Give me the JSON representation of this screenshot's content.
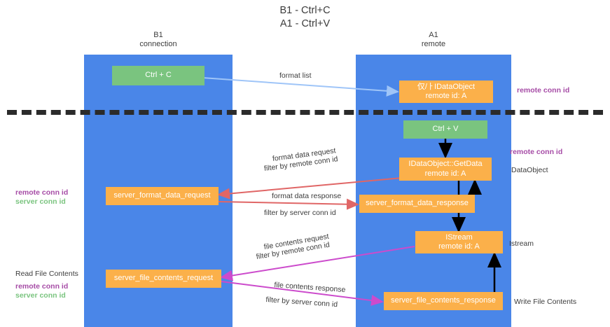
{
  "title": "B1 - Ctrl+C\nA1 - Ctrl+V",
  "lanes": [
    {
      "id": "b1",
      "heading": "B1\nconnection"
    },
    {
      "id": "a1",
      "heading": "A1\nremote"
    }
  ],
  "nodes": [
    {
      "id": "ctrl-c",
      "line1": "Ctrl + C",
      "line2": "",
      "color": "#7ac47f"
    },
    {
      "id": "idataobject",
      "line1": "仅/ㅏIDataObject",
      "line2": "remote id: A",
      "color": "#fbb04a"
    },
    {
      "id": "ctrl-v",
      "line1": "Ctrl + V",
      "line2": "",
      "color": "#7ac47f"
    },
    {
      "id": "getdata",
      "line1": "IDataObject::GetData",
      "line2": "remote id: A",
      "color": "#fbb04a"
    },
    {
      "id": "server-format-data-request",
      "line1": "server_format_data_request",
      "line2": "",
      "color": "#fbb04a"
    },
    {
      "id": "server-format-data-response",
      "line1": "server_format_data_response",
      "line2": "",
      "color": "#fbb04a"
    },
    {
      "id": "istream",
      "line1": "IStream",
      "line2": "remote id: A",
      "color": "#fbb04a"
    },
    {
      "id": "server-file-contents-request",
      "line1": "server_file_contents_request",
      "line2": "",
      "color": "#fbb04a"
    },
    {
      "id": "server-file-contents-response",
      "line1": "server_file_contents_response",
      "line2": "",
      "color": "#fbb04a"
    }
  ],
  "edge_labels": {
    "format_list": "format list",
    "format_data_request": "format data request",
    "format_data_response": "format data response",
    "file_contents_request": "file contents request",
    "file_contents_response": "file contents response",
    "filter_by": "filter by",
    "remote_conn_id": "remote conn id",
    "server_conn_id": "server conn id"
  },
  "side_labels": {
    "remote_conn_id_top": "remote conn id",
    "remote_conn_id_mid": "remote conn id",
    "dataobject": "DataObject",
    "istream": "Istream",
    "write_file_contents": "Write File Contents",
    "read_file_contents": "Read File Contents",
    "left_remote_conn_id_1": "remote conn id",
    "left_server_conn_id_1": "server conn id",
    "left_remote_conn_id_2": "remote conn id",
    "left_server_conn_id_2": "server conn id"
  },
  "colors": {
    "lane": "#4a86e8",
    "green_node": "#7ac47f",
    "orange_node": "#fbb04a",
    "remote_conn_id": "#a64ca6",
    "server_conn_id_green": "#7ac47f",
    "server_conn_id_pink": "#e0509a",
    "arrow_blue": "#9fc5f8",
    "arrow_red": "#e06666",
    "arrow_magenta": "#cc4bcc",
    "arrow_black": "#000000",
    "divider": "#2b2b2b"
  }
}
